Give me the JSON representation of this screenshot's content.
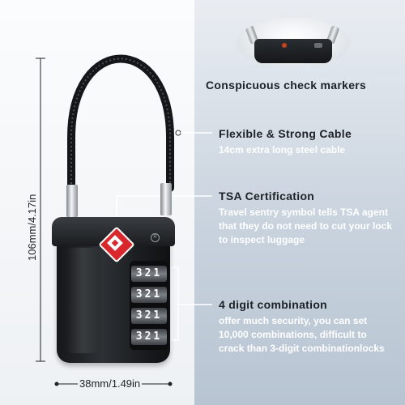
{
  "inset": {
    "caption": "Conspicuous check markers"
  },
  "features": [
    {
      "title": "Flexible & Strong Cable",
      "body": "14cm extra long steel cable"
    },
    {
      "title": "TSA Certification",
      "body": "Travel sentry symbol tells TSA agent that they do not need to cut your lock to inspect luggage"
    },
    {
      "title": "4 digit combination",
      "body": "offer much security, you can set 10,000 combinations, difficult to crack than 3-digit combinationlocks"
    }
  ],
  "dimensions": {
    "height": "106mm/4.17in",
    "width": "38mm/1.49in"
  },
  "dials": [
    "3",
    "2",
    "1"
  ],
  "colors": {
    "lock": "#1c1f22",
    "tsa_badge": "#d8282e",
    "cable": "#1a1c1f",
    "right_panel": "#c9d3de"
  }
}
